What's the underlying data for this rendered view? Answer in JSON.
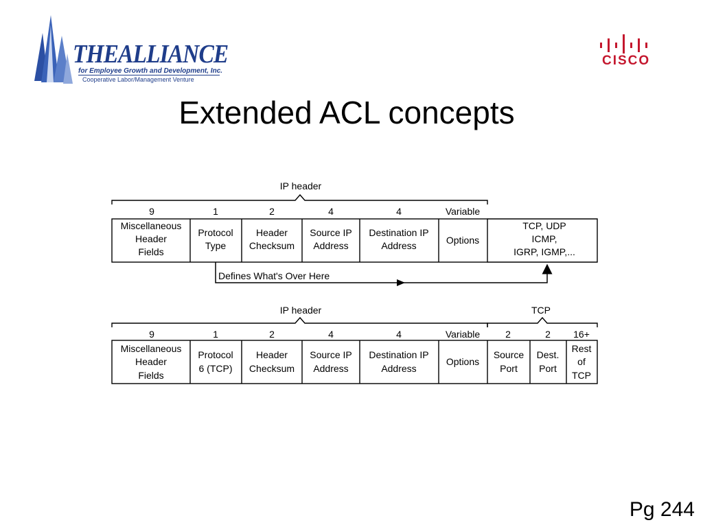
{
  "logos": {
    "alliance": {
      "brand": "THEALLIANCE",
      "tagline": "for Employee Growth and Development, Inc.",
      "subtitle": "Cooperative Labor/Management Venture",
      "color": "#1f3d8a"
    },
    "cisco": {
      "word": "CISCO",
      "color": "#c4172e"
    }
  },
  "slide": {
    "title": "Extended ACL concepts",
    "page_number": "Pg 244"
  },
  "diagram": {
    "top": {
      "brace_label": "IP header",
      "sizes": [
        "9",
        "1",
        "2",
        "4",
        "4",
        "Variable"
      ],
      "fields": [
        [
          "Miscellaneous",
          "Header",
          "Fields"
        ],
        [
          "Protocol",
          "Type"
        ],
        [
          "Header",
          "Checksum"
        ],
        [
          "Source IP",
          "Address"
        ],
        [
          "Destination IP",
          "Address"
        ],
        [
          "Options"
        ],
        [
          "TCP, UDP",
          "ICMP,",
          "IGRP, IGMP,..."
        ]
      ],
      "arrow_label": "Defines What's Over Here"
    },
    "bottom": {
      "brace_label_ip": "IP header",
      "brace_label_tcp": "TCP",
      "sizes": [
        "9",
        "1",
        "2",
        "4",
        "4",
        "Variable",
        "2",
        "2",
        "16+"
      ],
      "fields": [
        [
          "Miscellaneous",
          "Header",
          "Fields"
        ],
        [
          "Protocol",
          "6 (TCP)"
        ],
        [
          "Header",
          "Checksum"
        ],
        [
          "Source IP",
          "Address"
        ],
        [
          "Destination IP",
          "Address"
        ],
        [
          "Options"
        ],
        [
          "Source",
          "Port"
        ],
        [
          "Dest.",
          "Port"
        ],
        [
          "Rest",
          "of",
          "TCP"
        ]
      ]
    }
  }
}
